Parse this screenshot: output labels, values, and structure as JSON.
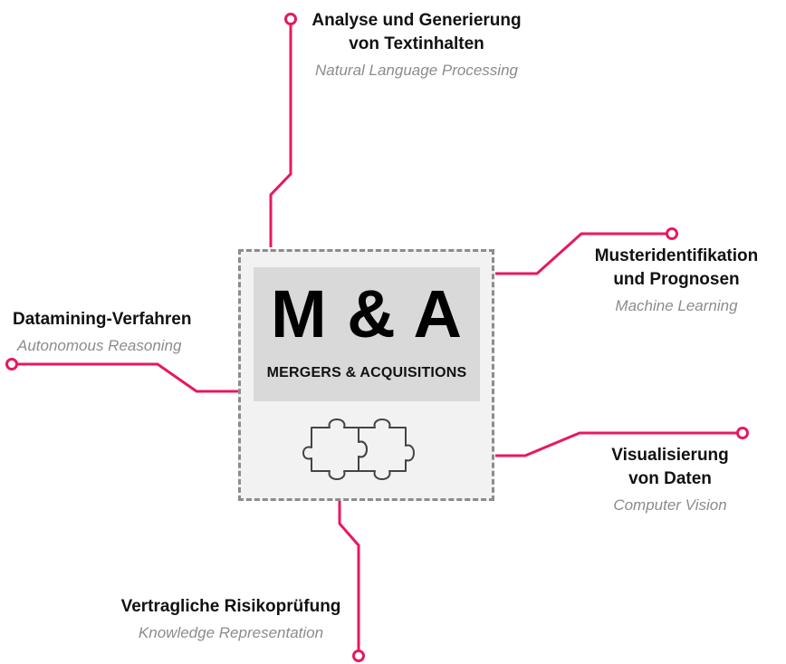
{
  "center": {
    "title": "M & A",
    "subtitle": "MERGERS & ACQUISITIONS",
    "icon": "puzzle-pieces-icon"
  },
  "nodes": [
    {
      "id": "nlp",
      "title_lines": [
        "Analyse und Generierung",
        "von Textinhalten"
      ],
      "subtitle": "Natural Language Processing"
    },
    {
      "id": "ml",
      "title_lines": [
        "Musteridentifikation",
        "und Prognosen"
      ],
      "subtitle": "Machine Learning"
    },
    {
      "id": "reasoning",
      "title_lines": [
        "Datamining-Verfahren"
      ],
      "subtitle": "Autonomous Reasoning"
    },
    {
      "id": "vision",
      "title_lines": [
        "Visualisierung",
        "von Daten"
      ],
      "subtitle": "Computer Vision"
    },
    {
      "id": "knowledge",
      "title_lines": [
        "Vertragliche Risikoprüfung"
      ],
      "subtitle": "Knowledge Representation"
    }
  ],
  "colors": {
    "connector": "#e8185f",
    "box_border": "#8c8c8c",
    "box_fill": "#f2f2f2",
    "title_panel": "#d9d9d9",
    "subtitle_text": "#8c8c8c"
  }
}
